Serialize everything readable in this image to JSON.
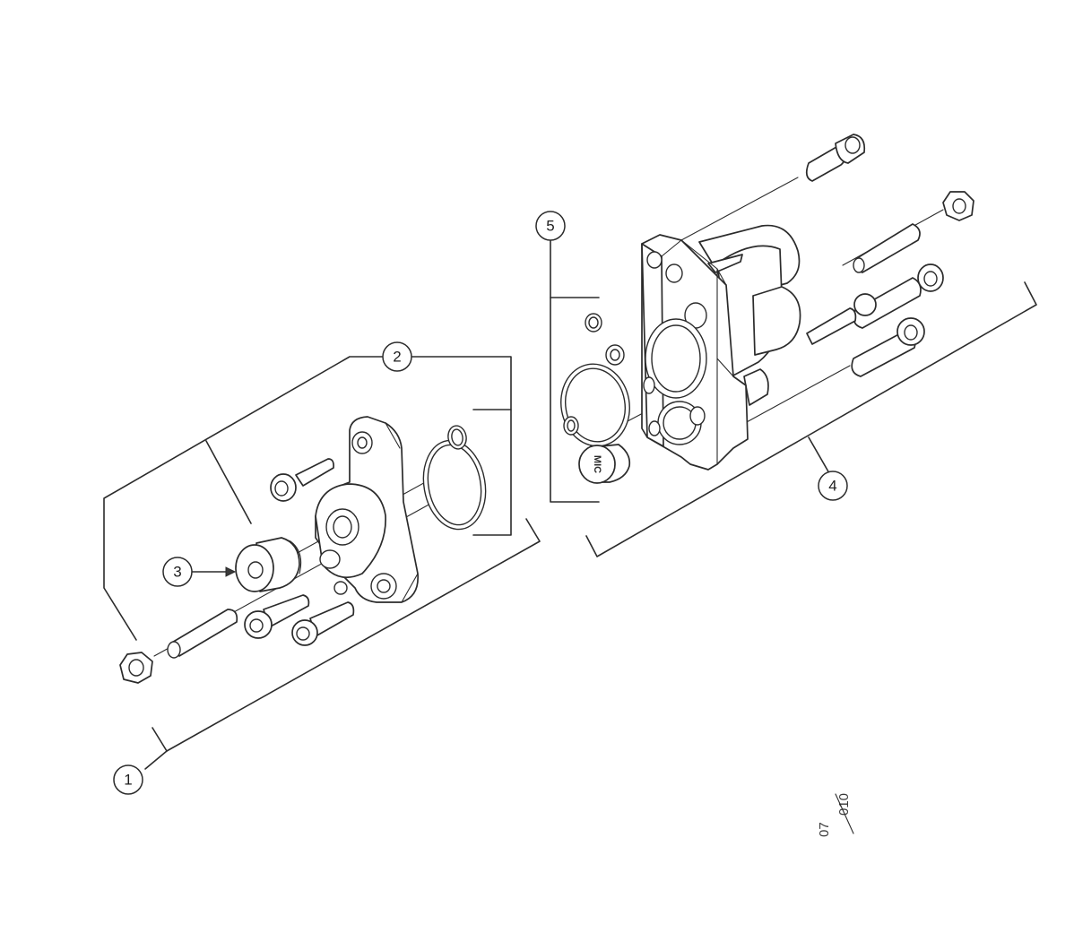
{
  "diagram": {
    "callouts": [
      {
        "id": "1",
        "label": "1"
      },
      {
        "id": "2",
        "label": "2"
      },
      {
        "id": "3",
        "label": "3"
      },
      {
        "id": "4",
        "label": "4"
      },
      {
        "id": "5",
        "label": "5"
      }
    ],
    "reference": {
      "top": "07",
      "bottom": "010"
    },
    "badge": "MIC"
  },
  "colors": {
    "line": "#2b2b2b",
    "background": "#ffffff"
  }
}
